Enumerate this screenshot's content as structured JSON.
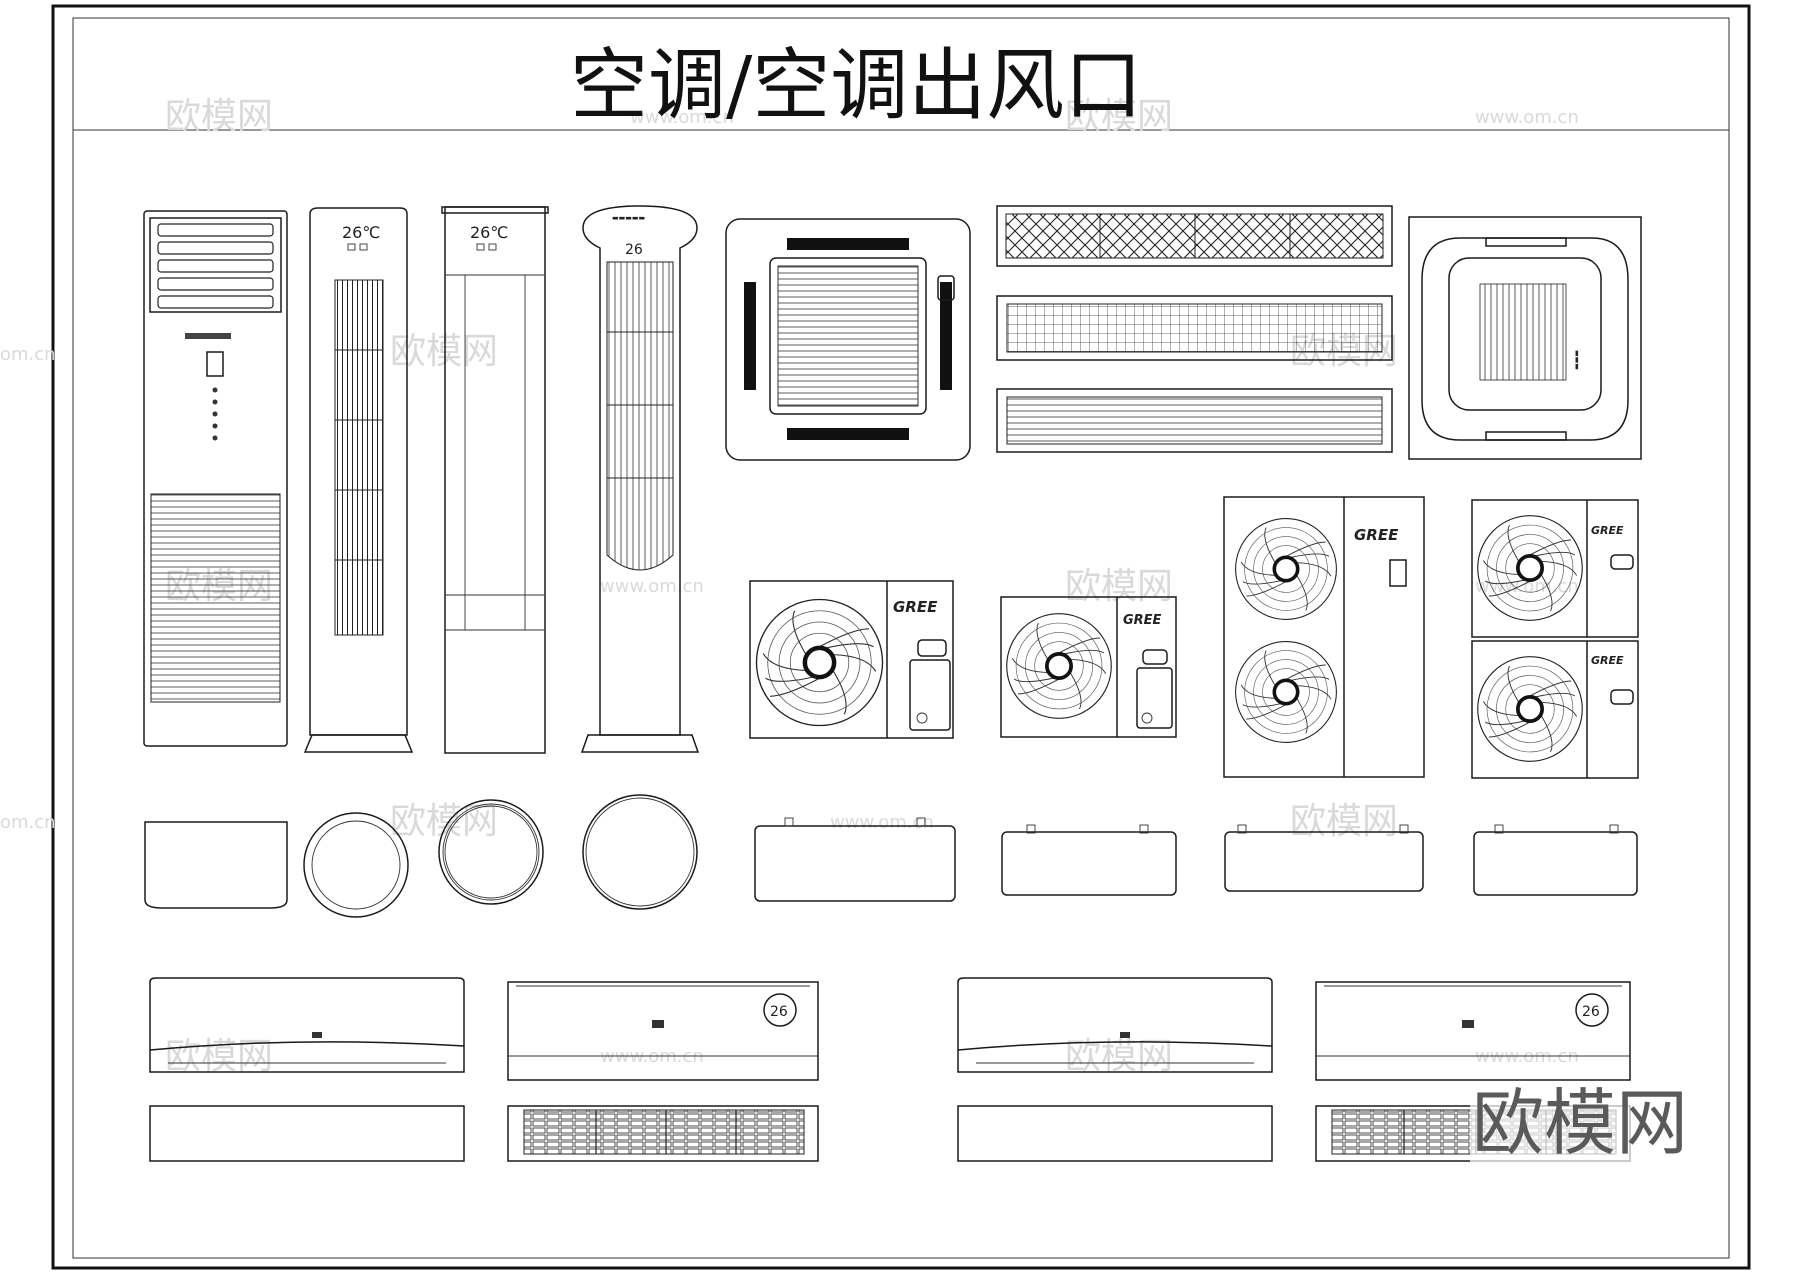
{
  "title": "空调/空调出风口",
  "brand_label": "GREE",
  "temperature_display": "26℃",
  "round_display": "26",
  "watermark_text": "欧模网",
  "watermark_url": "www.om.cn",
  "watermark_url_short": "om.cn",
  "colors": {
    "line": "#1a1a1a",
    "watermark": "#d9d9d9",
    "background": "#ffffff"
  },
  "icons": [
    "fan-grille-icon",
    "vent-grille-icon",
    "cassette-unit-icon"
  ]
}
